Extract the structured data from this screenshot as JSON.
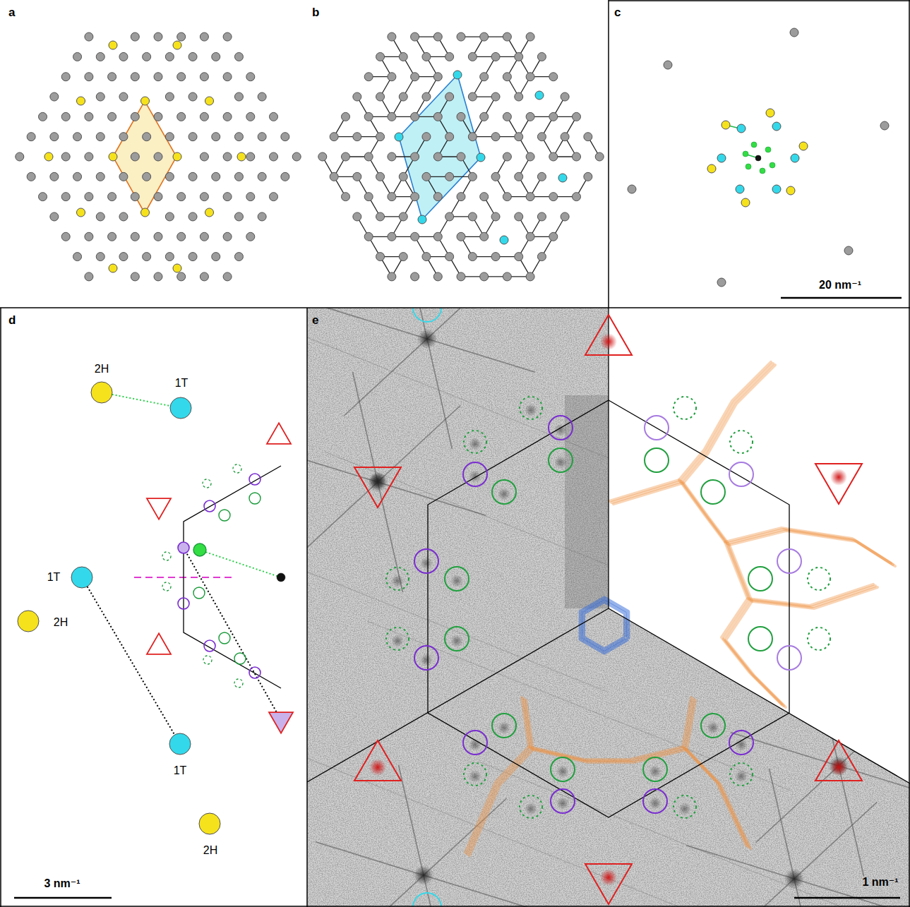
{
  "diagram": {
    "labels": [
      "a",
      "b",
      "c",
      "20 nm⁻¹",
      "d",
      "2H",
      "1T",
      "1T",
      "2H",
      "1T",
      "2H",
      "3 nm⁻¹",
      "e",
      "1 nm⁻¹"
    ]
  }
}
